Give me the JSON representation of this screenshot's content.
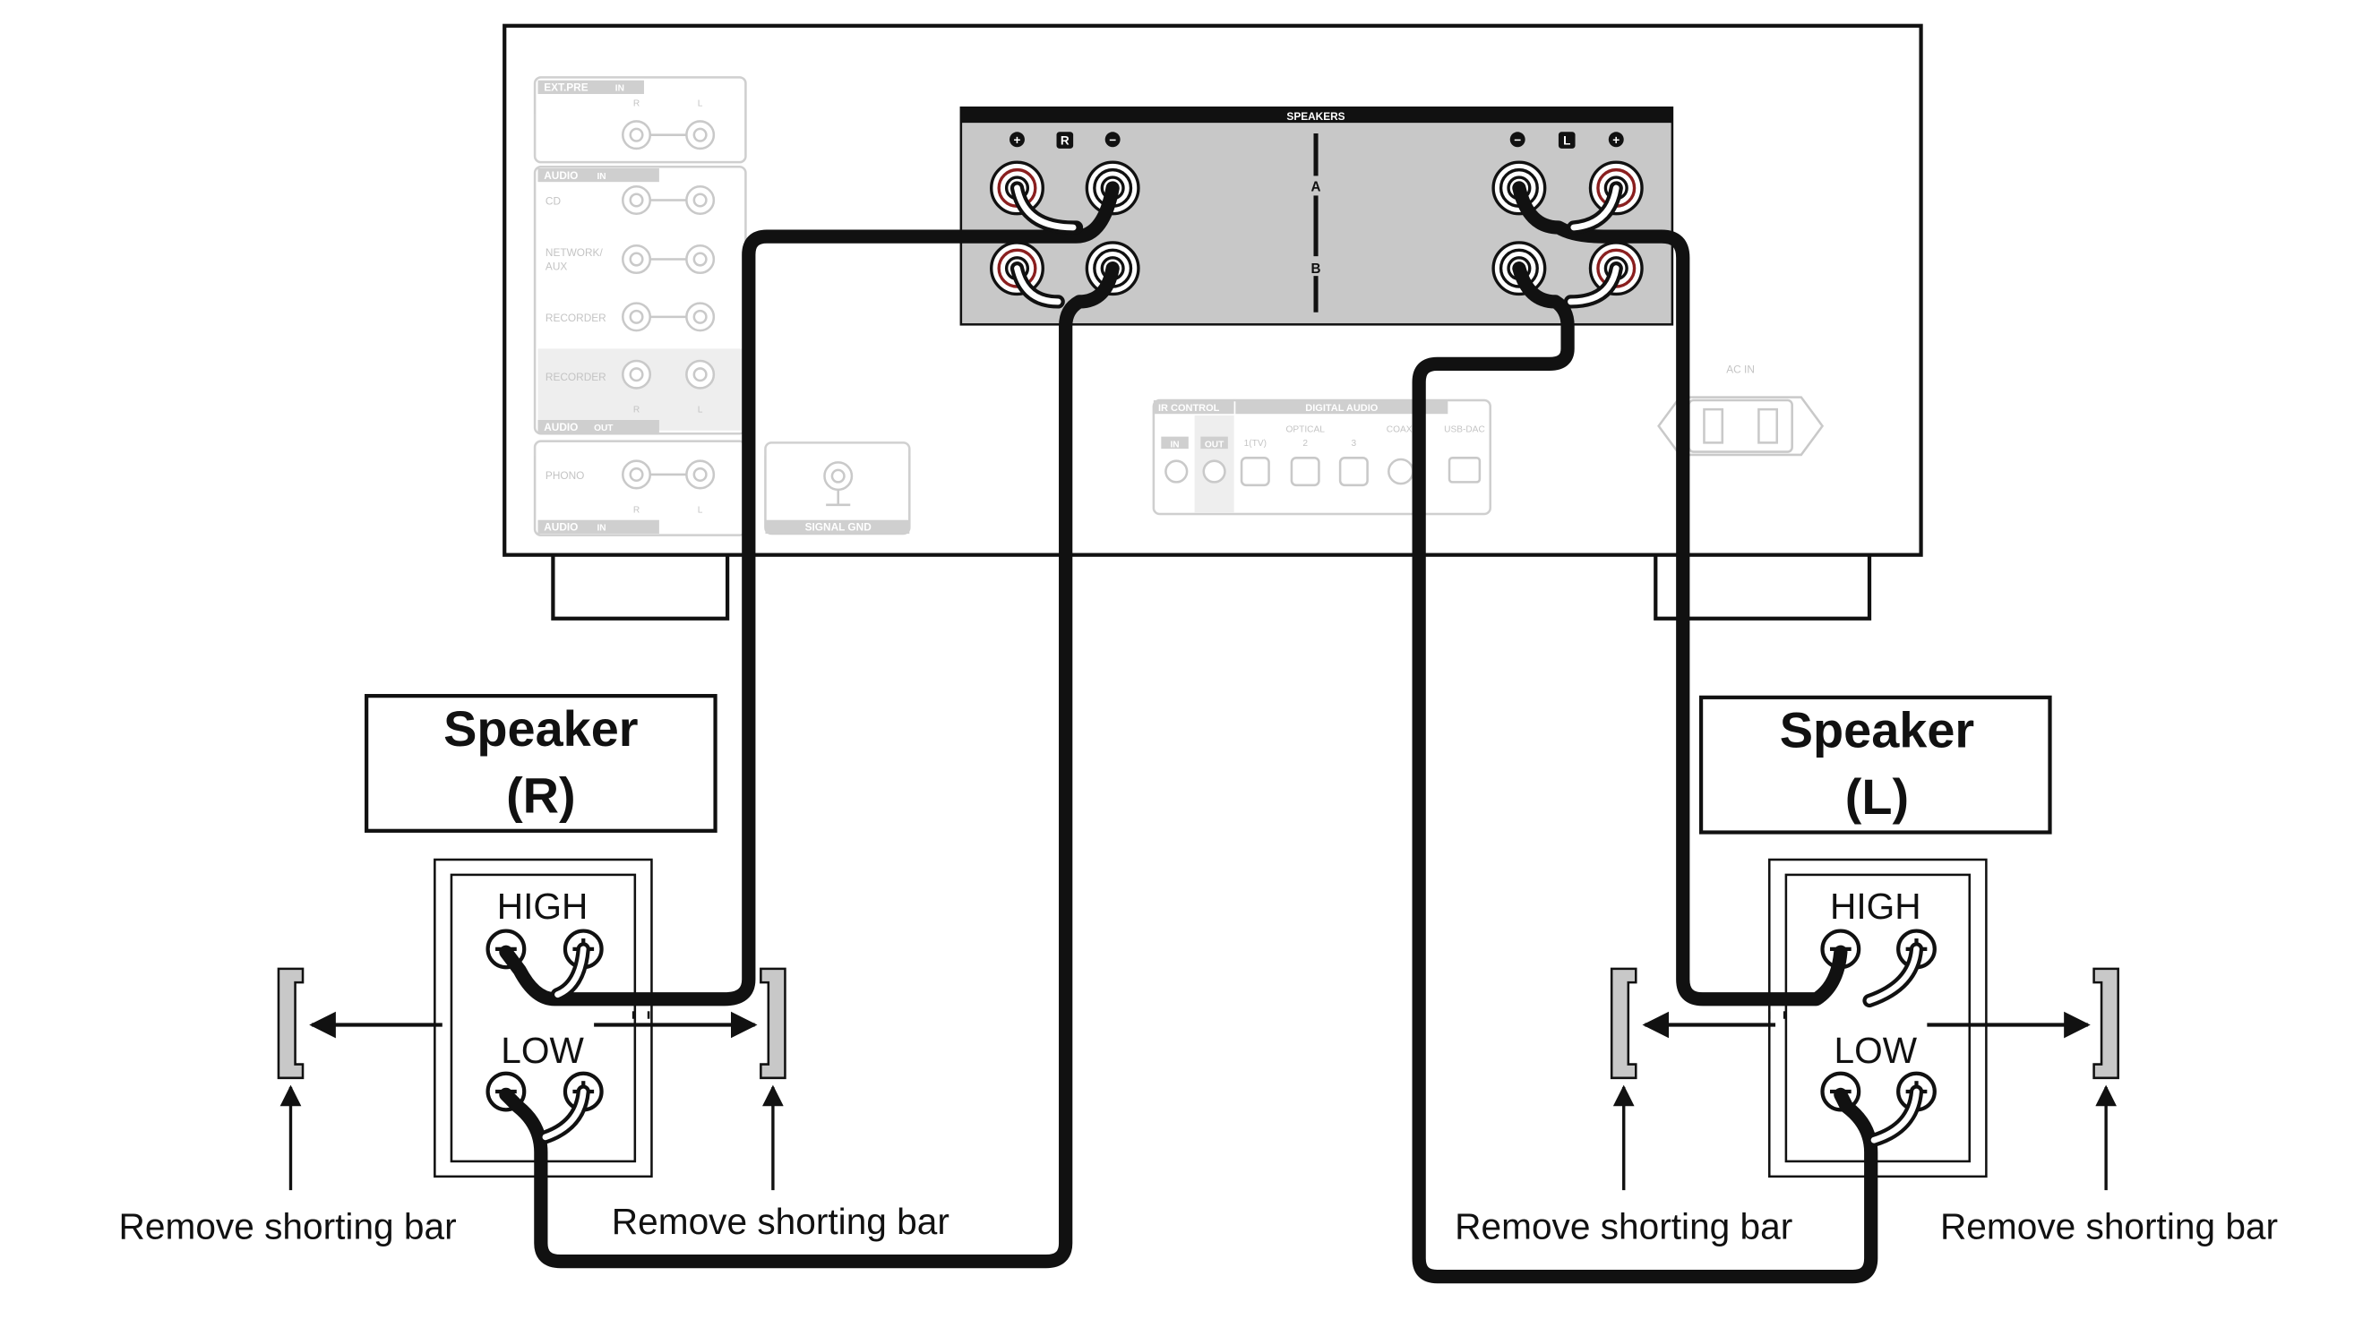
{
  "amp": {
    "ext_pre": "EXT.PRE",
    "in_badge": "IN",
    "out_badge": "OUT",
    "r": "R",
    "l": "L",
    "audio": "AUDIO",
    "cd": "CD",
    "network": "NETWORK/",
    "aux": "AUX",
    "recorder": "RECORDER",
    "phono": "PHONO",
    "signal_gnd": "SIGNAL GND",
    "speakers": "SPEAKERS",
    "a": "A",
    "b": "B",
    "plus": "+",
    "minus": "−",
    "ir_control": "IR CONTROL",
    "digital_audio": "DIGITAL AUDIO",
    "optical": "OPTICAL",
    "tv": "1(TV)",
    "two": "2",
    "three": "3",
    "coax": "COAX",
    "usb_dac": "USB-DAC",
    "ac_in": "AC IN"
  },
  "speaker_r": {
    "title": "Speaker",
    "channel": "(R)"
  },
  "speaker_l": {
    "title": "Speaker",
    "channel": "(L)"
  },
  "terminals": {
    "high": "HIGH",
    "low": "LOW"
  },
  "callouts": {
    "r_left": "Remove shorting bar",
    "r_right": "Remove shorting bar",
    "l_left": "Remove shorting bar",
    "l_right": "Remove shorting bar"
  }
}
